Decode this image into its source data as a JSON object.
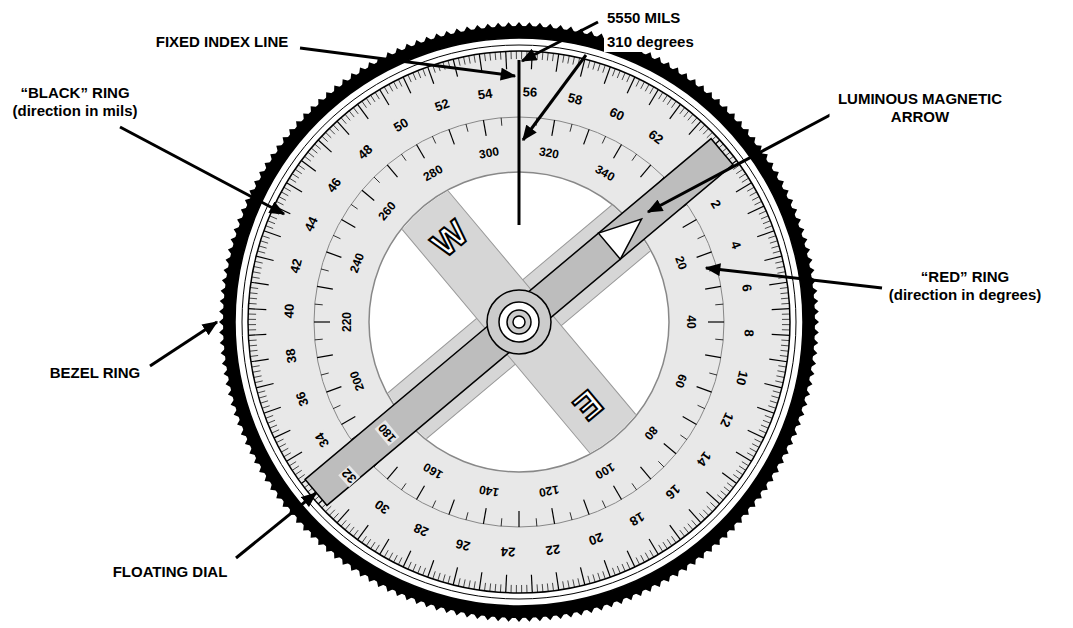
{
  "diagram": {
    "labels": [
      "FIXED INDEX LINE",
      "5550 MILS",
      "310 degrees",
      "LUMINOUS MAGNETIC ARROW",
      "“BLACK” RING (direction in mils)",
      "“RED” RING (direction in degrees)",
      "BEZEL RING",
      "FLOATING DIAL",
      "W",
      "E",
      "20",
      "40",
      "60",
      "80",
      "100",
      "120",
      "140",
      "160",
      "180",
      "200",
      "220",
      "240",
      "260",
      "280",
      "300",
      "320",
      "340",
      "2",
      "4",
      "6",
      "8",
      "10",
      "12",
      "14",
      "16",
      "18",
      "20",
      "22",
      "24",
      "26",
      "28",
      "30",
      "32",
      "34",
      "36",
      "38",
      "40",
      "42",
      "44",
      "46",
      "48",
      "50",
      "52",
      "54",
      "56",
      "58",
      "60",
      "62"
    ]
  }
}
